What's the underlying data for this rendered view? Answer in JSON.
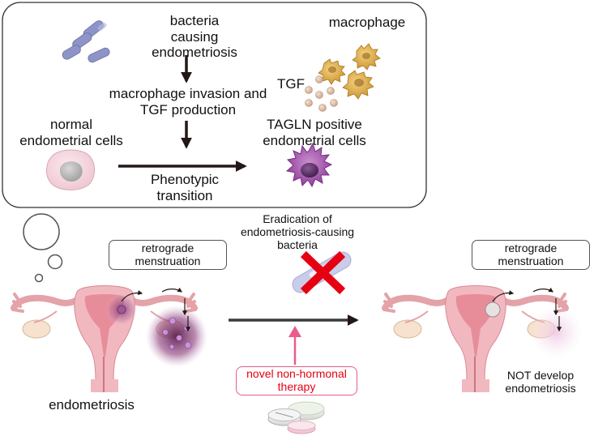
{
  "colors": {
    "accent_red": "#e60012",
    "therapy_border": "#e06080",
    "pink_arrow": "#ea5b8f",
    "lesion_purple": "#7a2d6b",
    "macrophage_gold": "#d9a533",
    "bacteria_blue": "#8e94c8"
  },
  "panel": {
    "bacteria_label": "bacteria\ncausing endometriosis",
    "macrophage_label": "macrophage",
    "invasion_label": "macrophage invasion and\nTGF production",
    "tgf_label": "TGF",
    "normal_cells_label": "normal\nendometrial cells",
    "tagln_label": "TAGLN positive\nendometrial cells",
    "transition_label": "Phenotypic\ntransition"
  },
  "left": {
    "retrograde_label": "retrograde\nmenstruation",
    "condition_label": "endometriosis"
  },
  "middle": {
    "eradication_label": "Eradication of\nendometriosis-causing\nbacteria",
    "therapy_label": "novel non-hormonal\ntherapy"
  },
  "right": {
    "retrograde_label": "retrograde\nmenstruation",
    "outcome_label": "NOT develop\nendometriosis"
  },
  "icons": [
    "bacteria-icon",
    "macrophage-icon",
    "tgf-particles-icon",
    "normal-cell-icon",
    "tagln-cell-icon",
    "thought-bubble-icon",
    "uterus-icon",
    "crossed-bacterium-icon",
    "pills-icon"
  ]
}
